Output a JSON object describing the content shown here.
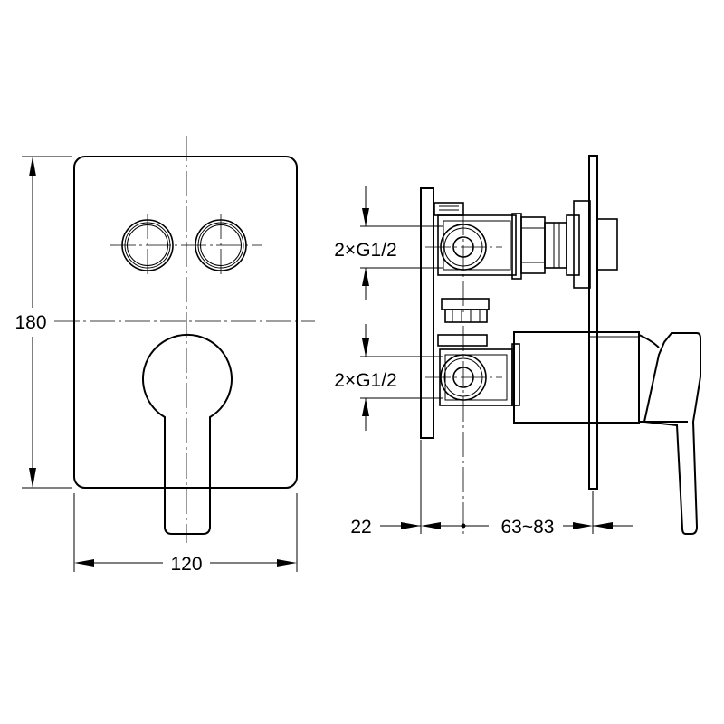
{
  "dimensions": {
    "height": "180",
    "width": "120",
    "wall_plate_depth": "22",
    "installation_depth": "63~83",
    "upper_connection": "2×G1/2",
    "lower_connection": "2×G1/2"
  },
  "colors": {
    "line": "#000000",
    "background": "#ffffff"
  }
}
